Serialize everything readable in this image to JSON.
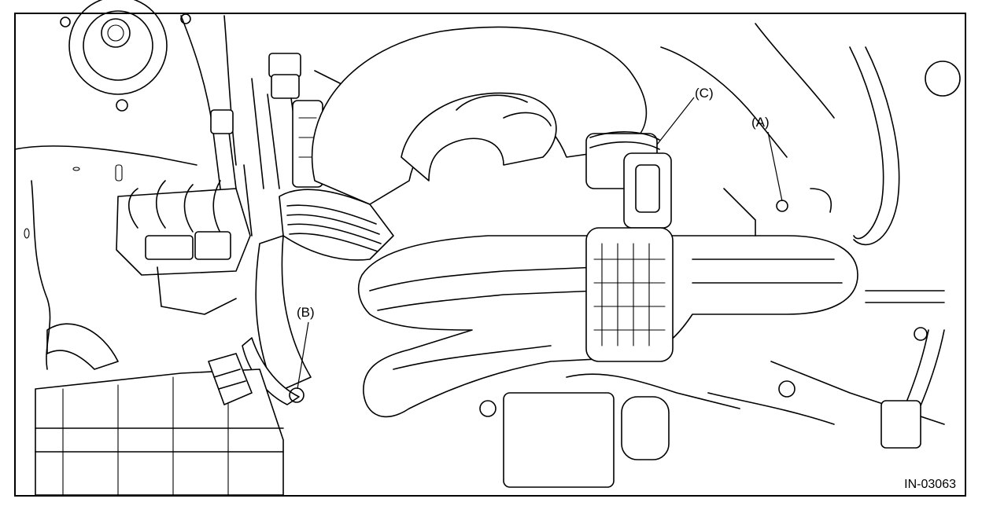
{
  "figure": {
    "callouts": {
      "a": "(A)",
      "b": "(B)",
      "c": "(C)"
    },
    "figure_code": "IN-03063"
  }
}
